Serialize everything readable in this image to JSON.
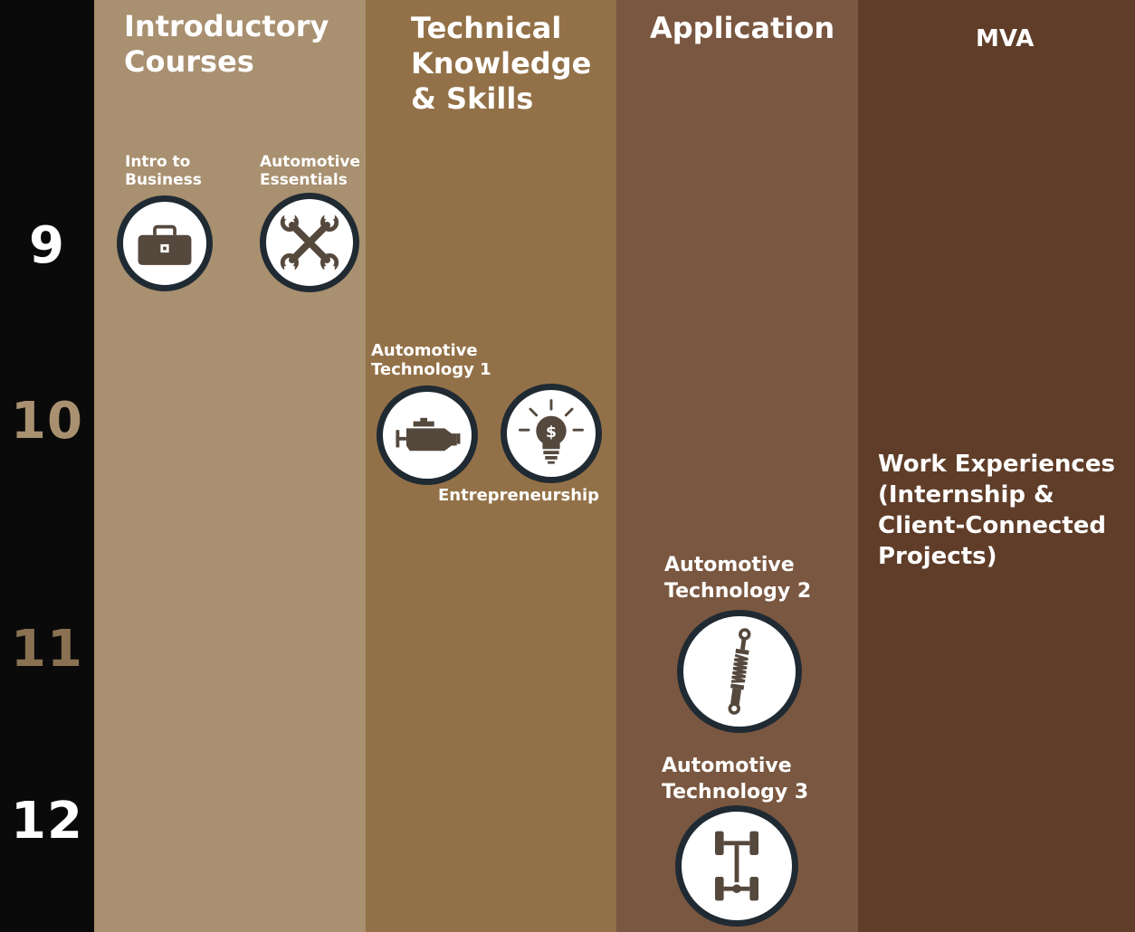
{
  "colors": {
    "rail": "#0a0a0a",
    "introductory": "#a89070",
    "technical": "#937148",
    "application": "#7a5740",
    "mva": "#5f3d28",
    "icon_fill": "#55483d",
    "badge_ring": "#1f2a33"
  },
  "grades": [
    {
      "label": "9",
      "color": "#ffffff"
    },
    {
      "label": "10",
      "color": "#a89070"
    },
    {
      "label": "11",
      "color": "#8a7152"
    },
    {
      "label": "12",
      "color": "#ffffff"
    }
  ],
  "columns": {
    "introductory": {
      "title": "Introductory\nCourses"
    },
    "technical": {
      "title": "Technical\nKnowledge\n& Skills"
    },
    "application": {
      "title": "Application"
    },
    "mva": {
      "title": "MVA"
    }
  },
  "courses": {
    "intro_business": {
      "label": "Intro to\nBusiness",
      "icon": "briefcase-icon"
    },
    "auto_essentials": {
      "label": "Automotive\nEssentials",
      "icon": "wrench-screwdriver-icon"
    },
    "auto_tech_1": {
      "label": "Automotive\nTechnology 1",
      "icon": "engine-icon"
    },
    "entrepreneurship": {
      "label": "Entrepreneurship",
      "icon": "lightbulb-dollar-icon"
    },
    "auto_tech_2": {
      "label": "Automotive\nTechnology 2",
      "icon": "shock-absorber-icon"
    },
    "auto_tech_3": {
      "label": "Automotive\nTechnology 3",
      "icon": "drivetrain-icon"
    }
  },
  "work_experience": {
    "text": "Work Experiences\n(Internship &\nClient-Connected\nProjects)"
  }
}
